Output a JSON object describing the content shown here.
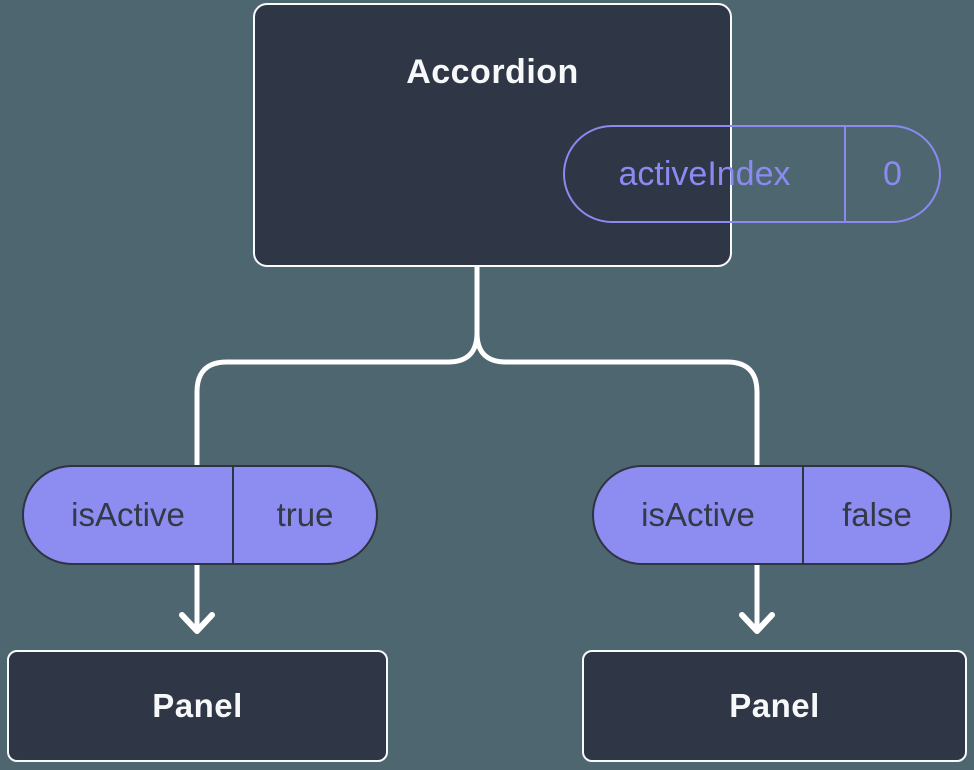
{
  "colors": {
    "background": "#4E6670",
    "node_bg": "#2F3645",
    "node_border": "#F9FAFB",
    "accent_purple": "#8B8AF2",
    "pill_fill": "#8D8CF1",
    "pill_dark": "#2E3442",
    "pill_dark_text": "#333945",
    "line": "#FFFFFF",
    "text_light": "#F7F8FA"
  },
  "diagram": {
    "root": {
      "title": "Accordion",
      "prop_name": "activeIndex",
      "prop_value": "0"
    },
    "branches": [
      {
        "state_name": "isActive",
        "state_value": "true",
        "child_title": "Panel"
      },
      {
        "state_name": "isActive",
        "state_value": "false",
        "child_title": "Panel"
      }
    ]
  }
}
